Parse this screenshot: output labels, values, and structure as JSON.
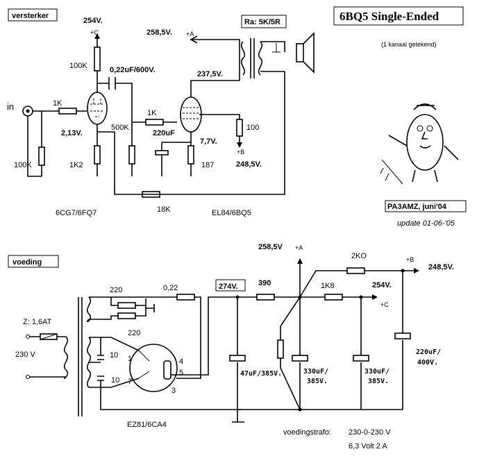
{
  "title": "6BQ5 Single-Ended",
  "subtitle": "(1 kanaal getekend)",
  "author": "PA3AMZ, juni'04",
  "update": "update 01-06-'05",
  "sections": {
    "amp": "versterker",
    "psu": "voeding"
  },
  "amp": {
    "v254": "254V.",
    "plusC": "+C",
    "r100k_anode": "100K",
    "cap_coupling": "0,22uF/600V.",
    "v258": "258,5V.",
    "plusA": "+A",
    "transformer": "Ra: 5K/5R",
    "v237": "237,5V.",
    "in": "in",
    "r1k_in": "1K",
    "v213": "2,13V.",
    "r500k": "500K",
    "r1k_g2": "1K",
    "cap220": "220uF",
    "v77": "7,7V.",
    "r100": "100",
    "plusB": "+B",
    "v248": "248,5V.",
    "r100k_in": "100K",
    "r1k2": "1K2",
    "r187": "187",
    "r18k": "18K",
    "tube1": "6CG7/6FQ7",
    "tube2": "EL84/6BQ5"
  },
  "psu": {
    "v258": "258,5V",
    "plusA": "+A",
    "r2k0": "2KO",
    "plusB": "+B",
    "v248": "248,5V.",
    "fuse": "Z: 1,6AT",
    "r220a": "220",
    "c022": "0,22",
    "v274": "274V.",
    "r390": "390",
    "r1k8": "1K8",
    "v254": "254V.",
    "plusC": "+C",
    "r220b": "220",
    "v230": "230 V",
    "c10a": "10",
    "c10b": "10",
    "pin1": "1",
    "pin4": "4",
    "pin5": "5",
    "pin7": "7",
    "pin3": "3",
    "c47": "47uF/385V.",
    "c330a_1": "330uF/",
    "c330a_2": "385V.",
    "c330b_1": "330uF/",
    "c330b_2": "385V.",
    "c220_1": "220uF/",
    "c220_2": "400V.",
    "tube": "EZ81/6CA4",
    "trafo_label": "voedingstrafo:",
    "trafo_1": "230-0-230 V",
    "trafo_2": "6,3 Volt 2 A"
  }
}
